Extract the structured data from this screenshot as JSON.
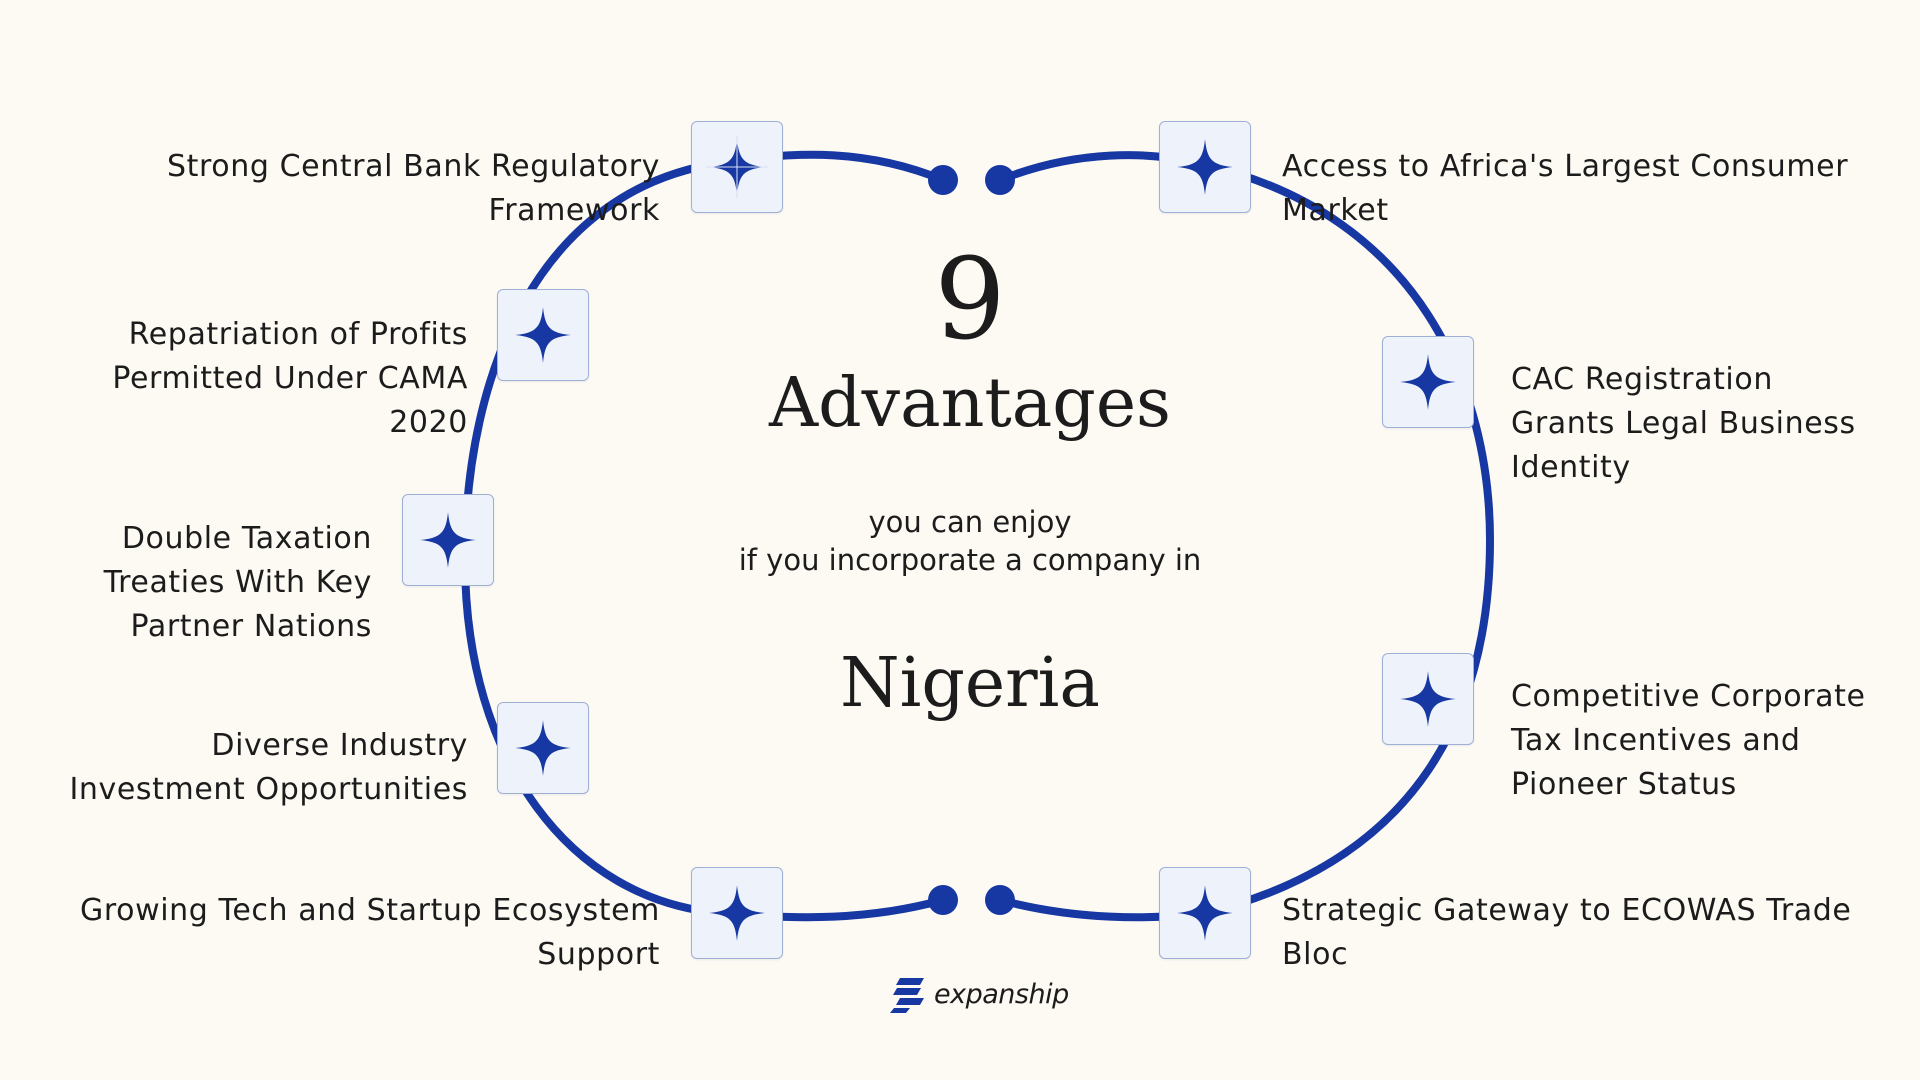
{
  "header": {
    "count": "9",
    "title": "Advantages",
    "subtitle_line1": "you can enjoy",
    "subtitle_line2": "if you incorporate a company in",
    "country": "Nigeria"
  },
  "advantages": [
    {
      "label": "Strong Central Bank Regulatory Framework"
    },
    {
      "label": "Repatriation of Profits Permitted Under CAMA 2020"
    },
    {
      "label": "Double Taxation Treaties With Key Partner Nations"
    },
    {
      "label": "Diverse Industry Investment Opportunities"
    },
    {
      "label": "Growing Tech and Startup Ecosystem Support"
    },
    {
      "label": "Access to Africa's Largest Consumer Market"
    },
    {
      "label": "CAC Registration Grants Legal Business Identity"
    },
    {
      "label": "Competitive Corporate Tax Incentives and Pioneer Status"
    },
    {
      "label": "Strategic Gateway to ECOWAS Trade Bloc"
    }
  ],
  "brand": {
    "name": "expanship",
    "icon": "expanship-logo-icon"
  },
  "colors": {
    "background": "#fdfaf4",
    "ring": "#1737a3",
    "star": "#1737a3",
    "badge_fill": "#eef2fb",
    "badge_border": "#9fb0d6",
    "text": "#1c1c1c"
  },
  "icons": {
    "badge": "four-point-star-icon",
    "ring_endpoint": "ring-end-dot"
  }
}
